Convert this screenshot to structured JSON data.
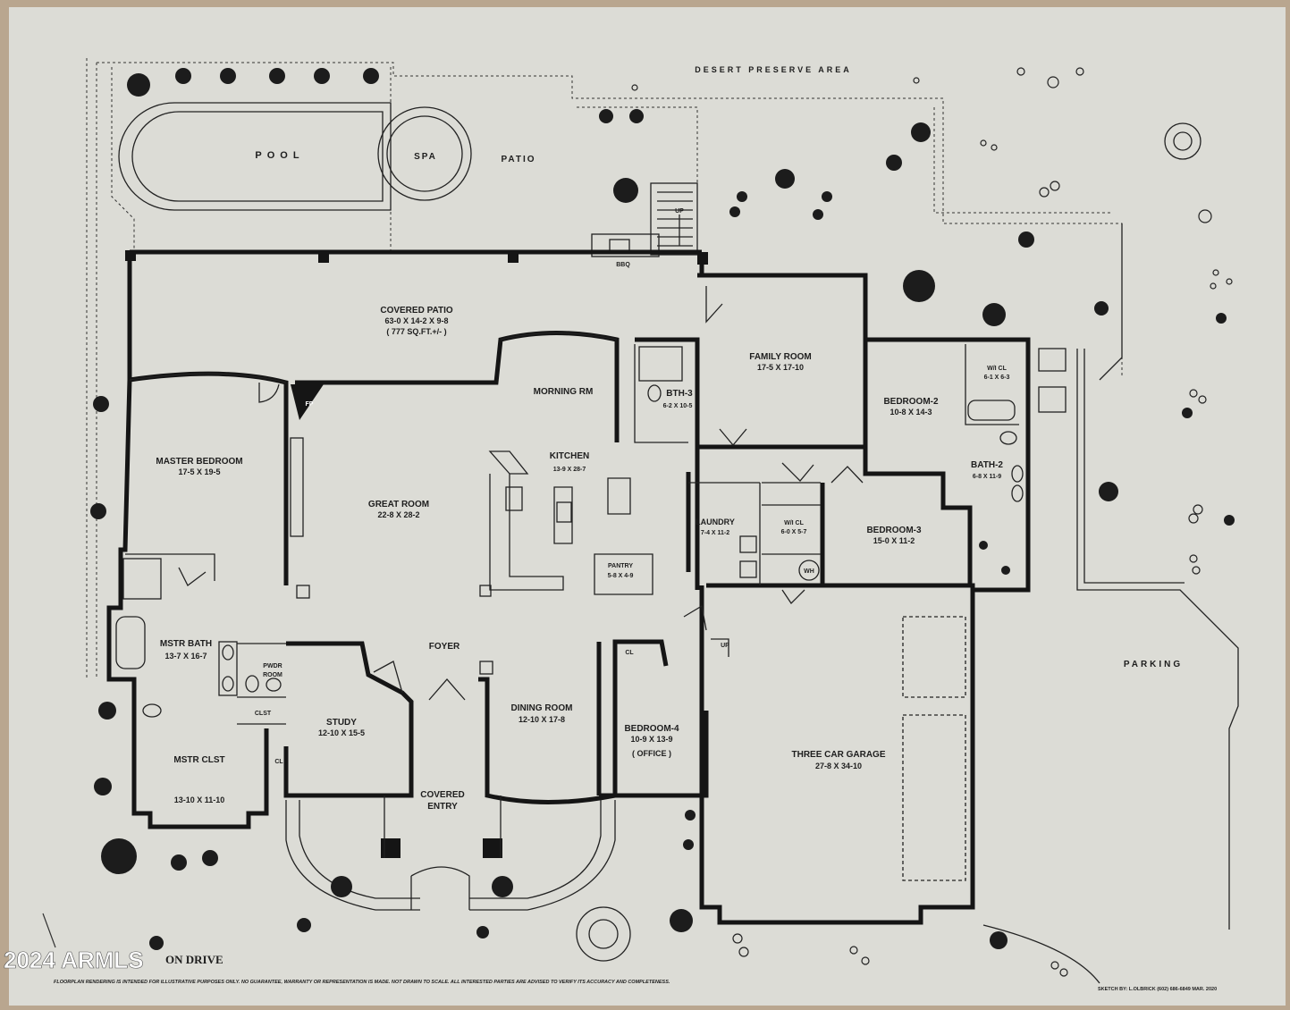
{
  "areas": {
    "desert": "DESERT PRESERVE AREA",
    "pool": "POOL",
    "spa": "SPA",
    "patio": "PATIO",
    "bbq": "BBQ",
    "parking": "PARKING",
    "fp": "FP",
    "up1": "UP",
    "up2": "UP"
  },
  "rooms": {
    "covered_patio": {
      "name": "COVERED PATIO",
      "dims": "63-0 X 14-2 X 9-8",
      "area": "( 777 SQ.FT.+/- )"
    },
    "morning": {
      "name": "MORNING RM"
    },
    "bath3": {
      "name": "BTH-3",
      "dims": "6-2 X 10-5"
    },
    "family": {
      "name": "FAMILY ROOM",
      "dims": "17-5 X 17-10"
    },
    "wic1": {
      "name": "W/I CL",
      "dims": "6-1 X 6-3"
    },
    "bed2": {
      "name": "BEDROOM-2",
      "dims": "10-8 X 14-3"
    },
    "bath2": {
      "name": "BATH-2",
      "dims": "6-8 X 11-9"
    },
    "master": {
      "name": "MASTER BEDROOM",
      "dims": "17-5 X 19-5"
    },
    "great": {
      "name": "GREAT ROOM",
      "dims": "22-8 X 28-2"
    },
    "kitchen": {
      "name": "KITCHEN",
      "dims": "13-9 X 28-7"
    },
    "laundry": {
      "name": "LAUNDRY",
      "dims": "7-4 X 11-2"
    },
    "wic2": {
      "name": "W/I CL",
      "dims": "6-0 X 5-7"
    },
    "wh": {
      "name": "WH"
    },
    "bed3": {
      "name": "BEDROOM-3",
      "dims": "15-0 X 11-2"
    },
    "pantry": {
      "name": "PANTRY",
      "dims": "5-8 X 4-9"
    },
    "mbath": {
      "name": "MSTR BATH",
      "dims": "13-7 X 16-7"
    },
    "pwdr": {
      "name": "PWDR",
      "name2": "ROOM"
    },
    "foyer": {
      "name": "FOYER"
    },
    "cl": {
      "name": "CL"
    },
    "clst": {
      "name": "CLST"
    },
    "study": {
      "name": "STUDY",
      "dims": "12-10 X 15-5"
    },
    "dining": {
      "name": "DINING ROOM",
      "dims": "12-10 X 17-8"
    },
    "bed4": {
      "name": "BEDROOM-4",
      "dims": "10-9 X 13-9",
      "note": "( OFFICE )"
    },
    "garage": {
      "name": "THREE CAR GARAGE",
      "dims": "27-8 X 34-10"
    },
    "mclst": {
      "name": "MSTR CLST",
      "dims": "13-10 X 11-10"
    },
    "cl2": {
      "name": "CL"
    },
    "entry": {
      "name": "COVERED",
      "name2": "ENTRY"
    }
  },
  "footer": {
    "road": "ON DRIVE",
    "watermark": "2024 ARMLS",
    "disclaimer": "FLOORPLAN RENDERING IS INTENDED FOR ILLUSTRATIVE PURPOSES ONLY. NO GUARANTEE, WARRANTY OR REPRESENTATION IS MADE. NOT DRAWN TO SCALE. ALL INTERESTED PARTIES ARE ADVISED TO VERIFY ITS ACCURACY AND COMPLETENESS.",
    "sketch": "SKETCH BY: L.OLBRICK (602) 686-6849 MAR. 2020"
  },
  "colors": {
    "paper": "#dcdcd6",
    "ink": "#151515",
    "background": "#b9a68f"
  },
  "icons": [
    "shrub-icon",
    "agave-icon",
    "boulder-icon",
    "sink-icon",
    "stove-icon",
    "tub-icon",
    "toilet-icon"
  ]
}
